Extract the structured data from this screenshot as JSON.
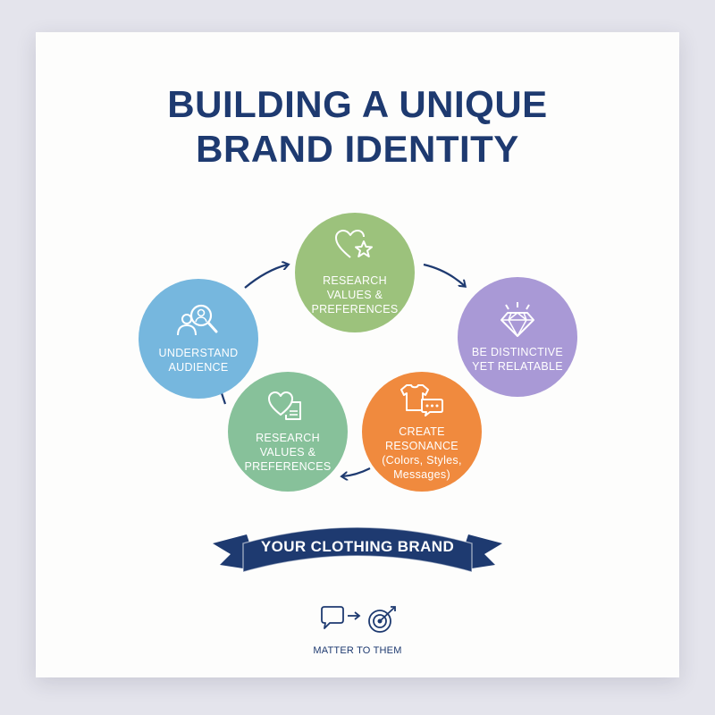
{
  "title": {
    "line1": "BUILDING A UNIQUE",
    "line2": "BRAND IDENTITY"
  },
  "steps": [
    {
      "label": "RESEARCH VALUES & PREFERENCES",
      "icon": "heart-star-icon",
      "color": "#9cc27c"
    },
    {
      "label": "UNDERSTAND AUDIENCE",
      "icon": "magnifier-audience-icon",
      "color": "#76b7de"
    },
    {
      "label": "BE DISTINCTIVE YET RELATABLE",
      "icon": "diamond-icon",
      "color": "#a999d6"
    },
    {
      "label": "RESEARCH VALUES & PREFERENCES",
      "icon": "heart-document-icon",
      "color": "#87c19a"
    },
    {
      "label": "CREATE RESONANCE (Colors, Styles, Messages)",
      "icon": "shirt-chat-icon",
      "color": "#f08a3e"
    }
  ],
  "ribbon": {
    "label": "YOUR CLOTHING BRAND",
    "color": "#1e3a70"
  },
  "footer": {
    "label": "MATTER TO THEM",
    "icons": [
      "speech-bubble-icon",
      "arrow-icon",
      "target-icon"
    ]
  }
}
